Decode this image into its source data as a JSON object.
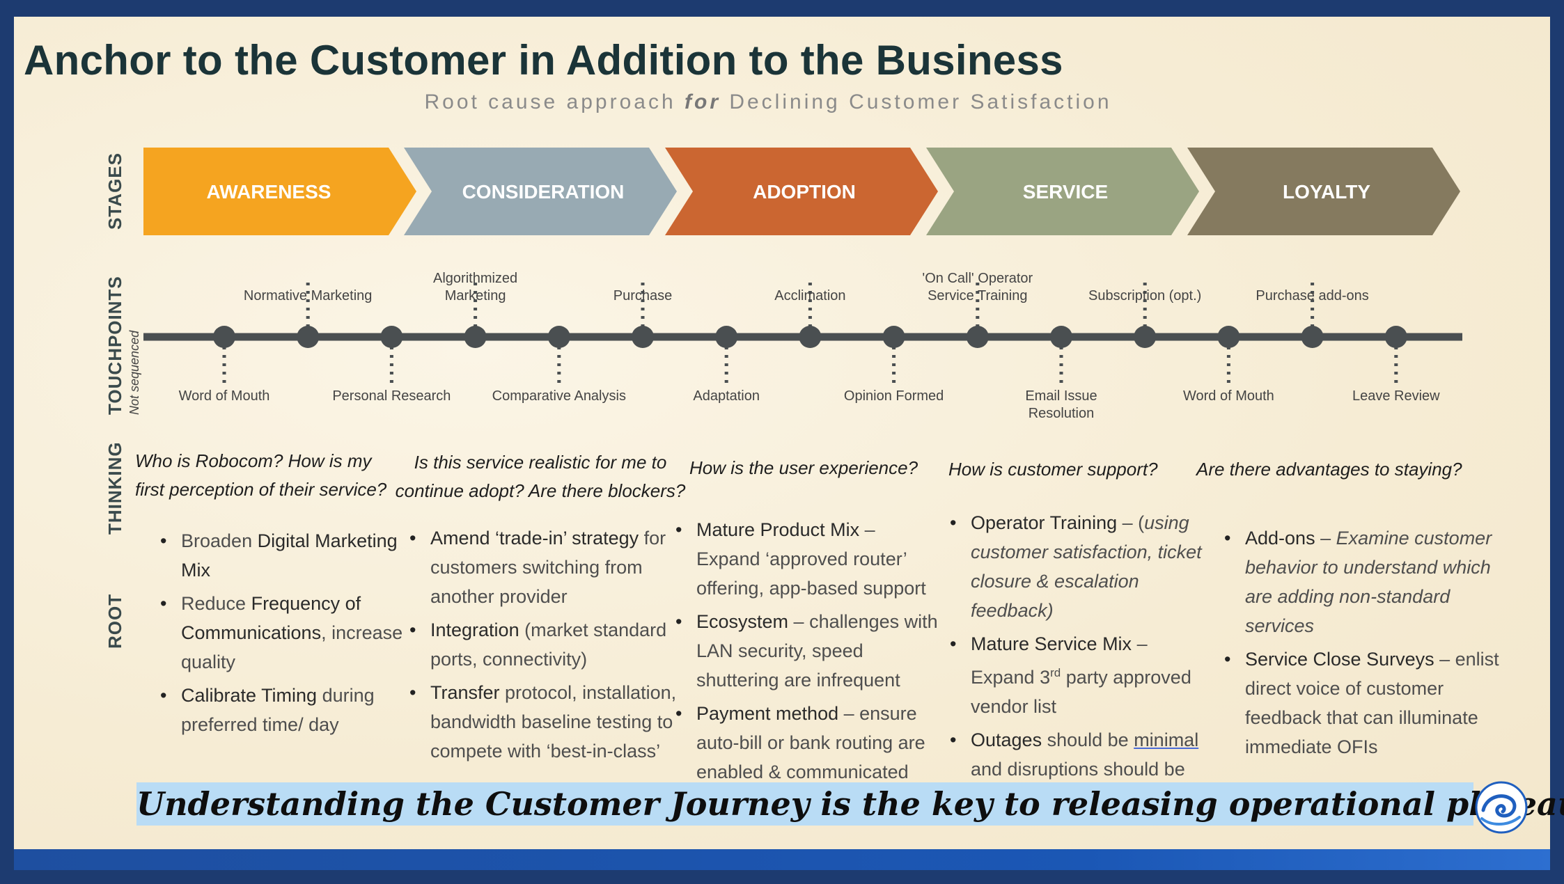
{
  "title": "Anchor to the Customer in Addition to the Business",
  "subtitle": {
    "pre": "Root cause approach ",
    "em": "for",
    "post": " Declining Customer Satisfaction"
  },
  "row_labels": {
    "stages": "STAGES",
    "touchpoints": "TOUCHPOINTS",
    "touchpoints_note": "Not sequenced",
    "thinking": "THINKING",
    "root": "ROOT"
  },
  "stages": [
    {
      "label": "AWARENESS",
      "color": "#f5a420"
    },
    {
      "label": "CONSIDERATION",
      "color": "#98aab3"
    },
    {
      "label": "ADOPTION",
      "color": "#cb6631"
    },
    {
      "label": "SERVICE",
      "color": "#9aa482"
    },
    {
      "label": "LOYALTY",
      "color": "#857a5f"
    }
  ],
  "touchpoints": {
    "above": [
      "Normative Marketing",
      "Algorithmized Marketing",
      "Purchase",
      "Acclimation",
      "'On Call' Operator Service Training",
      "Subscription (opt.)",
      "Purchase add-ons"
    ],
    "below": [
      "Word of Mouth",
      "Personal Research",
      "Comparative Analysis",
      "Adaptation",
      "Opinion Formed",
      "Email Issue Resolution",
      "Word of Mouth",
      "Leave Review"
    ]
  },
  "thinking": [
    "Who is Robocom? How is my first perception of their service?",
    "Is this service realistic for me to continue adopt? Are there blockers?",
    "How is the user experience?",
    "How is customer support?",
    "Are there advantages to staying?"
  ],
  "root": {
    "awareness": [
      {
        "a": "Broaden ",
        "b": "Digital Marketing Mix"
      },
      {
        "a": "Reduce ",
        "b": "Frequency of Communications",
        "c": ", increase quality"
      },
      {
        "b": "Calibrate Timing",
        "c": " during preferred time/ day"
      }
    ],
    "consideration": [
      {
        "b": "Amend ‘trade-in’ strategy",
        "c": " for customers switching from another provider"
      },
      {
        "b": "Integration",
        "c": " (market standard ports, connectivity)"
      },
      {
        "b": "Transfer",
        "c": " protocol, installation, bandwidth baseline testing to compete with ‘best-in-class’"
      }
    ],
    "adoption": [
      {
        "b": "Mature Product Mix",
        "c": " – Expand ‘approved router’ offering, app-based support"
      },
      {
        "b": "Ecosystem",
        "c": " – challenges with LAN security, speed shuttering are infrequent"
      },
      {
        "b": "Payment method",
        "c": " – ensure auto-bill or bank routing are enabled & communicated"
      }
    ],
    "service": {
      "item1_b": "Operator Training",
      "item1_c": " – (",
      "item1_i": "using customer satisfaction, ticket closure & escalation feedback)",
      "item2_b": "Mature Service Mix",
      "item2_c": " – Expand 3",
      "item2_sup": "rd",
      "item2_d": " party approved vendor list",
      "item3_b": "Outages",
      "item3_c": " should be ",
      "item3_u": "minimal",
      "item3_d": " and disruptions should be handled in sector leading"
    },
    "loyalty": {
      "item1_b": "Add-ons",
      "item1_c": " – ",
      "item1_i": "Examine customer behavior to understand which are adding non-standard services",
      "item2_b": "Service Close Surveys",
      "item2_c": " – enlist direct voice of customer feedback that can illuminate immediate OFIs"
    }
  },
  "banner": "Understanding the Customer Journey is the key to releasing operational plateaus",
  "icons": {
    "logo": "wave-swirl-logo-icon"
  }
}
